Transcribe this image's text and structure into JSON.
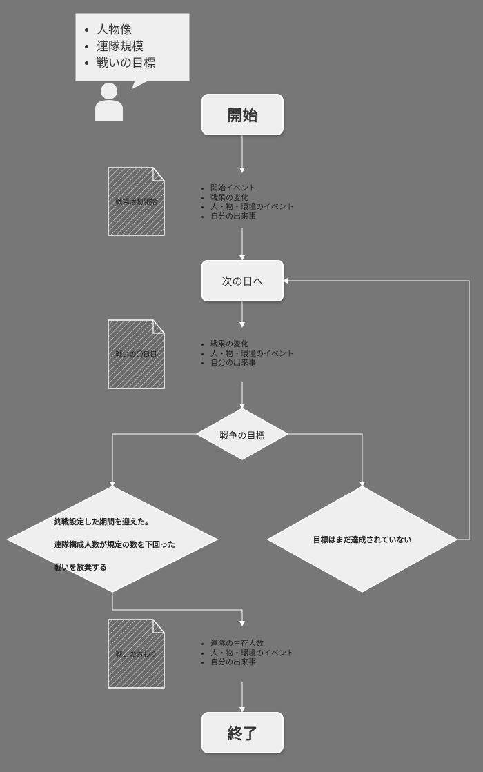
{
  "callout": {
    "items": [
      "人物像",
      "連隊規模",
      "戦いの目標"
    ]
  },
  "start_label": "開始",
  "next_day_label": "次の日へ",
  "end_label": "終了",
  "docs": [
    {
      "label": "戦場活動開始",
      "bullets": [
        "開始イベント",
        "戦果の変化",
        "人・物・環境のイベント",
        "自分の出来事"
      ]
    },
    {
      "label": "戦いの〇日目",
      "bullets": [
        "戦果の変化",
        "人・物・環境のイベント",
        "自分の出来事"
      ]
    },
    {
      "label": "戦いのおわり",
      "bullets": [
        "連隊の生存人数",
        "人・物・環境のイベント",
        "自分の出来事"
      ]
    }
  ],
  "decision_label": "戦争の目標",
  "end_condition": {
    "lines": [
      "終戦設定した期間を迎えた。",
      "連隊構成人数が規定の数を下回った",
      "戦いを放棄する"
    ]
  },
  "not_achieved_label": "目標はまだ達成されていない",
  "colors": {
    "background": "#777777",
    "shape_fill": "#efefef",
    "stroke": "#ffffff"
  }
}
